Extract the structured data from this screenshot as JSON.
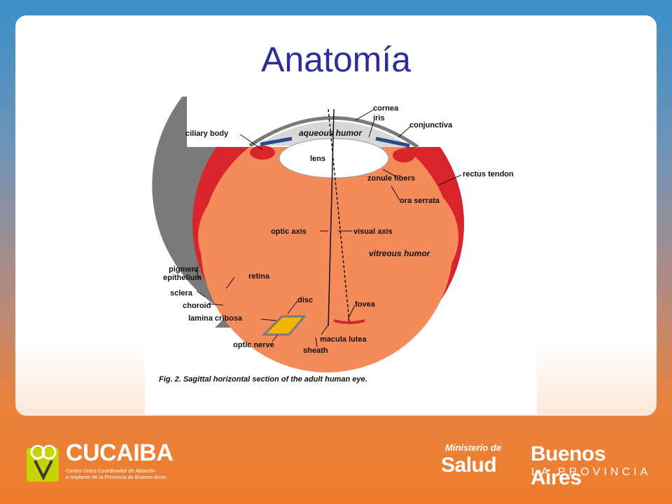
{
  "slide": {
    "title": "Anatomía"
  },
  "diagram": {
    "labels": {
      "cornea": "cornea",
      "iris": "iris",
      "conjunctiva": "conjunctiva",
      "ciliary_body": "ciliary body",
      "aqueous_humor": "aqueous humor",
      "lens": "lens",
      "rectus_tendon": "rectus tendon",
      "zonule_fibers": "zonule fibers",
      "ora_serrata": "ora serrata",
      "optic_axis": "optic axis",
      "visual_axis": "visual axis",
      "vitreous_humor": "vitreous humor",
      "pigment": "pigment",
      "epithelium": "epithelium",
      "retina": "retina",
      "sclera": "sclera",
      "choroid": "choroid",
      "disc": "disc",
      "fovea": "fovea",
      "lamina_cribosa": "lamina cribosa",
      "macula_lutea": "macula lutea",
      "optic_nerve": "optic nerve",
      "sheath": "sheath"
    },
    "caption": "Fig. 2. Sagittal horizontal section of the adult human eye.",
    "colors": {
      "vitreous": "#f58a5a",
      "retina": "#d8242b",
      "sclera": "#7a7a7a",
      "nerve": "#f5b400",
      "lens": "#ffffff",
      "aqueous": "#d8d8d8"
    }
  },
  "footer": {
    "cucaiba": {
      "name": "CUCAIBA",
      "subtitle_line1": "Centro Único Coordinador de Ablación",
      "subtitle_line2": "e Implante de la Provincia de Buenos Aires"
    },
    "ministerio": {
      "line1": "Ministerio de",
      "line2": "Salud"
    },
    "provincia": {
      "line1": "Buenos Aires",
      "line2": "LA PROVINCIA"
    }
  }
}
